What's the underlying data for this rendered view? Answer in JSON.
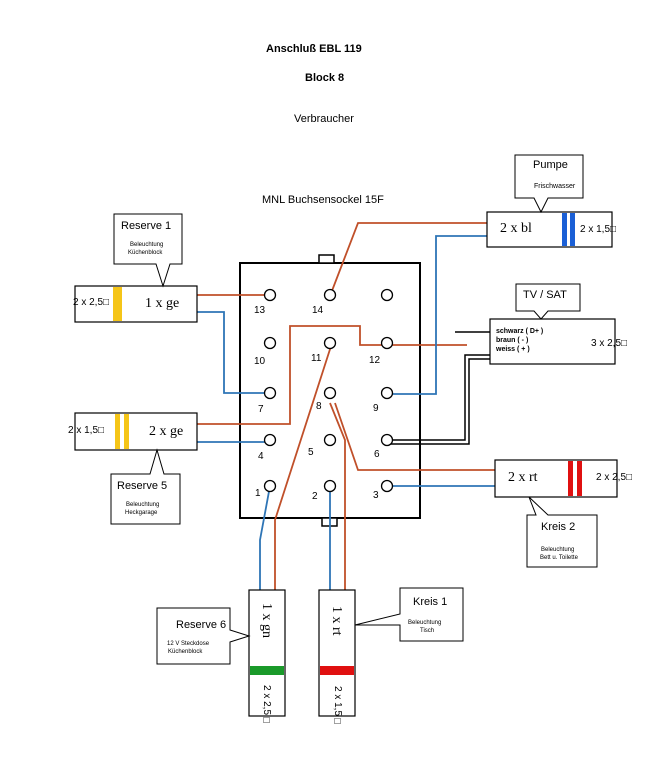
{
  "header": {
    "title": "Anschluß    EBL 119",
    "block": "Block 8",
    "section": "Verbraucher"
  },
  "socket": {
    "label": "MNL Buchsensockel 15F",
    "pins": [
      "1",
      "2",
      "3",
      "4",
      "5",
      "6",
      "7",
      "8",
      "9",
      "10",
      "11",
      "12",
      "13",
      "14"
    ]
  },
  "callouts": {
    "pumpe": {
      "title": "Pumpe",
      "sub": "Frischwasser"
    },
    "reserve1": {
      "title": "Reserve 1",
      "sub1": "Beleuchtung",
      "sub2": "Küchenblock"
    },
    "tvsat": {
      "title": "TV / SAT"
    },
    "reserve5": {
      "title": "Reserve 5",
      "sub1": "Beleuchtung",
      "sub2": "Heckgarage"
    },
    "kreis2": {
      "title": "Kreis 2",
      "sub1": "Beleuchtung",
      "sub2": "Bett u. Toilette"
    },
    "reserve6": {
      "title": "Reserve 6",
      "sub1": "12 V Steckdose",
      "sub2": "Küchenblock"
    },
    "kreis1": {
      "title": "Kreis 1",
      "sub1": "Beleuchtung",
      "sub2": "Tisch"
    }
  },
  "cables": {
    "pumpe": {
      "core": "2 x bl",
      "size": "2 x 1,5□"
    },
    "reserve1": {
      "core": "1 x ge",
      "size": "2 x 2,5□"
    },
    "tvsat": {
      "l1": "schwarz  ( D+ )",
      "l2": "braun        (  - )",
      "l3": "weiss   ( + )",
      "size": "3 x 2,5□"
    },
    "reserve5": {
      "core": "2 x ge",
      "size": "2 x 1,5□"
    },
    "kreis2": {
      "core": "2 x rt",
      "size": "2 x 2,5□"
    },
    "reserve6": {
      "core": "1 x gn",
      "size": "2 x 2,5□"
    },
    "kreis1": {
      "core": "1 x rt",
      "size": "2 x 1,5□"
    }
  },
  "colors": {
    "wire_red": "#c0502a",
    "wire_blue": "#2e75b6",
    "stripe_blue": "#1a5fd6",
    "stripe_yellow": "#f5c518",
    "stripe_red": "#e01010",
    "stripe_green": "#1a9a2a"
  }
}
